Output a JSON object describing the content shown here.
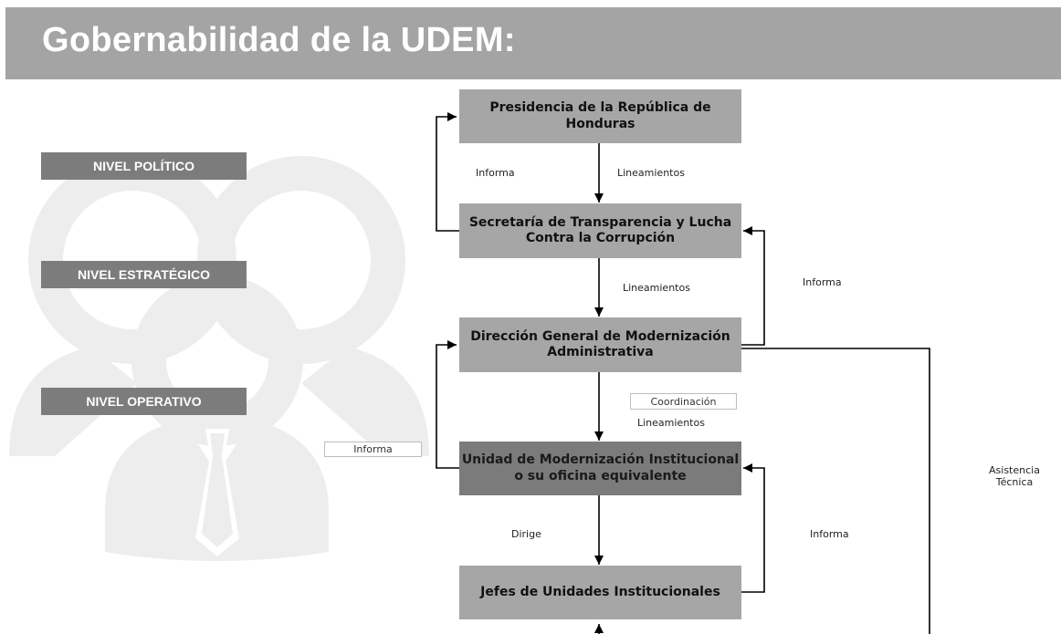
{
  "header": {
    "title": "Gobernabilidad de la UDEM:"
  },
  "levels": [
    "NIVEL POLÍTICO",
    "NIVEL ESTRATÉGICO",
    "NIVEL OPERATIVO"
  ],
  "boxes": {
    "presidencia": "Presidencia de la República de Honduras",
    "secretaria": "Secretaría de Transparencia y Lucha Contra la Corrupción",
    "direccion": "Dirección General de Modernización Administrativa",
    "unidad": "Unidad de Modernización Institucional o su oficina equivalente",
    "jefes": "Jefes de Unidades Institucionales"
  },
  "labels": {
    "informa_1": "Informa",
    "lineamientos_1": "Lineamientos",
    "lineamientos_2": "Lineamientos",
    "informa_2": "Informa",
    "coordinacion": "Coordinación",
    "lineamientos_3": "Lineamientos",
    "informa_3": "Informa",
    "asistencia": "Asistencia Técnica",
    "dirige": "Dirige",
    "informa_4": "Informa"
  }
}
